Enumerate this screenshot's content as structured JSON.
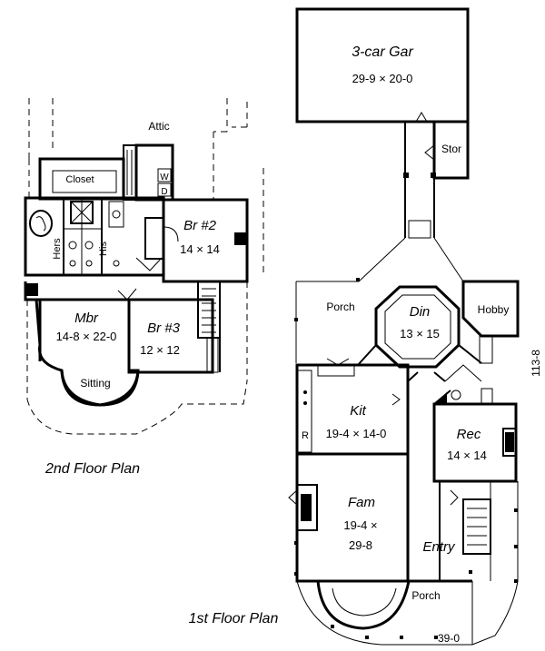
{
  "second_floor": {
    "title": "2nd Floor Plan",
    "attic": "Attic",
    "closet": "Closet",
    "hers": "Hers",
    "his": "His",
    "washer": "W",
    "dryer": "D",
    "mbr_name": "Mbr",
    "mbr_size": "14-8 × 22-0",
    "sitting": "Sitting",
    "br2_name": "Br #2",
    "br2_size": "14 × 14",
    "br3_name": "Br #3",
    "br3_size": "12 × 12"
  },
  "first_floor": {
    "title": "1st Floor Plan",
    "garage_name": "3-car Gar",
    "garage_size": "29-9 × 20-0",
    "stor": "Stor",
    "porch_top": "Porch",
    "din_name": "Din",
    "din_size": "13 × 15",
    "hobby": "Hobby",
    "kit_name": "Kit",
    "kit_size": "19-4 × 14-0",
    "refrigerator": "R",
    "rec_name": "Rec",
    "rec_size": "14 × 14",
    "fam_name": "Fam",
    "fam_size_1": "19-4 ×",
    "fam_size_2": "29-8",
    "entry": "Entry",
    "porch_bottom": "Porch",
    "depth_dim": "113-8",
    "width_dim": "39-0"
  }
}
